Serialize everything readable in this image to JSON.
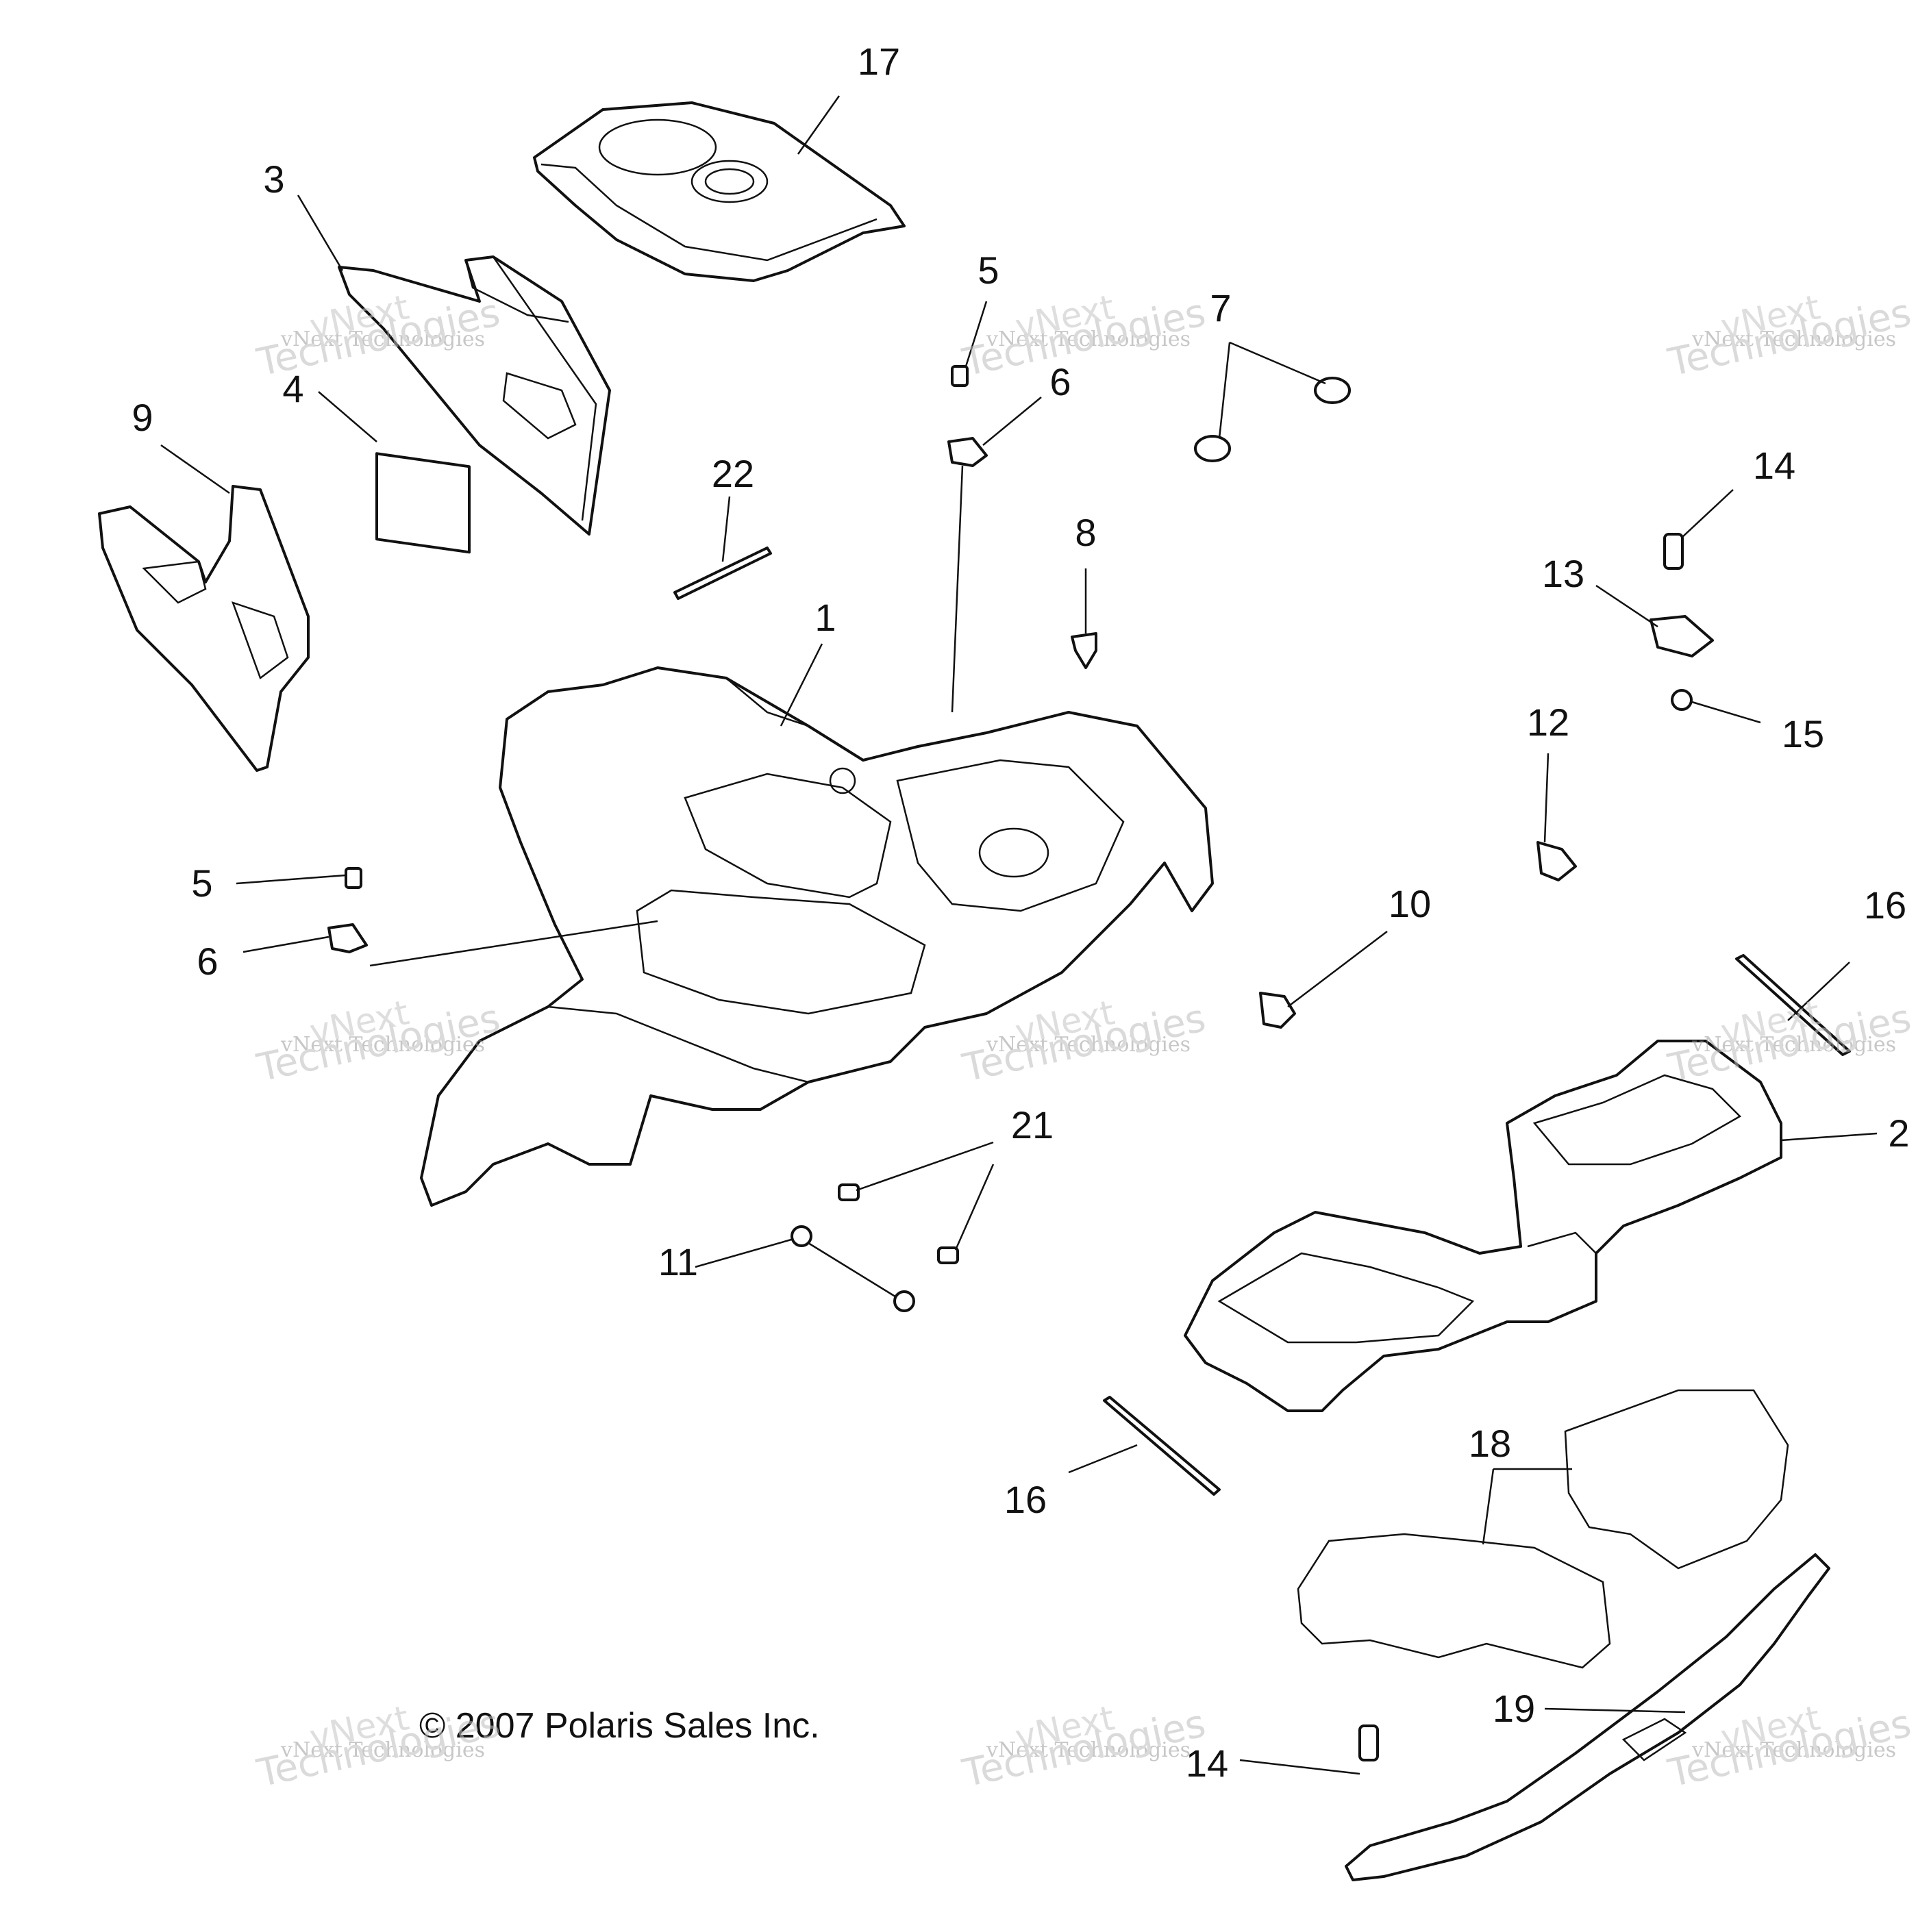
{
  "callouts": {
    "c1": "1",
    "c2": "2",
    "c3": "3",
    "c4": "4",
    "c5a": "5",
    "c5b": "5",
    "c6a": "6",
    "c6b": "6",
    "c7": "7",
    "c8": "8",
    "c9": "9",
    "c10": "10",
    "c11": "11",
    "c12": "12",
    "c13": "13",
    "c14a": "14",
    "c14b": "14",
    "c15": "15",
    "c16a": "16",
    "c16b": "16",
    "c17": "17",
    "c18": "18",
    "c19": "19",
    "c21": "21",
    "c22": "22"
  },
  "copyright": "© 2007 Polaris Sales Inc.",
  "watermark": {
    "line1": "vNext Technologies",
    "line2": "Technologies",
    "line0": "vNext"
  }
}
